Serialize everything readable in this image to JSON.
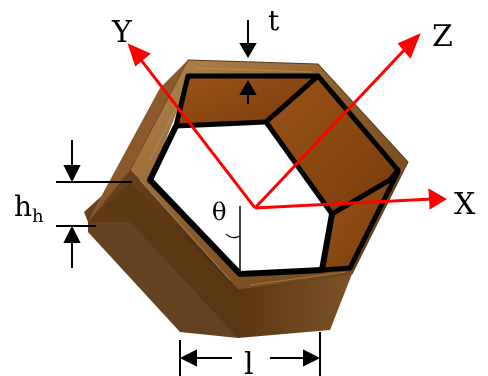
{
  "labels": {
    "axis_y": "Y",
    "axis_z": "Z",
    "axis_x": "X",
    "thickness": "t",
    "height_main": "h",
    "height_sub": "h",
    "angle": "θ",
    "length": "l"
  },
  "colors": {
    "axis": "#ff0000",
    "wood_light": "#9a6a35",
    "wood_mid": "#7b4a1e",
    "wood_dark": "#4a2a10",
    "wall_fill": "#8c4a14",
    "outline": "#000000"
  }
}
